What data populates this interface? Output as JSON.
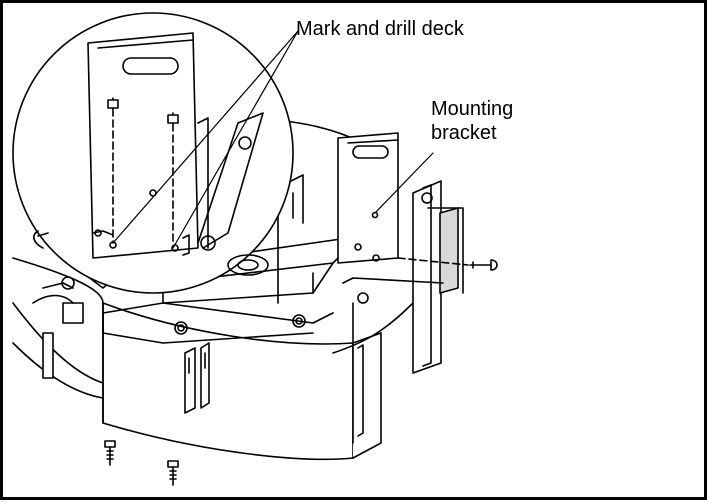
{
  "callouts": {
    "mark_drill": "Mark and drill deck",
    "mounting_line1": "Mounting",
    "mounting_line2": "bracket"
  },
  "colors": {
    "line": "#000000",
    "fill": "#ffffff",
    "shade": "#d9d9d9"
  }
}
